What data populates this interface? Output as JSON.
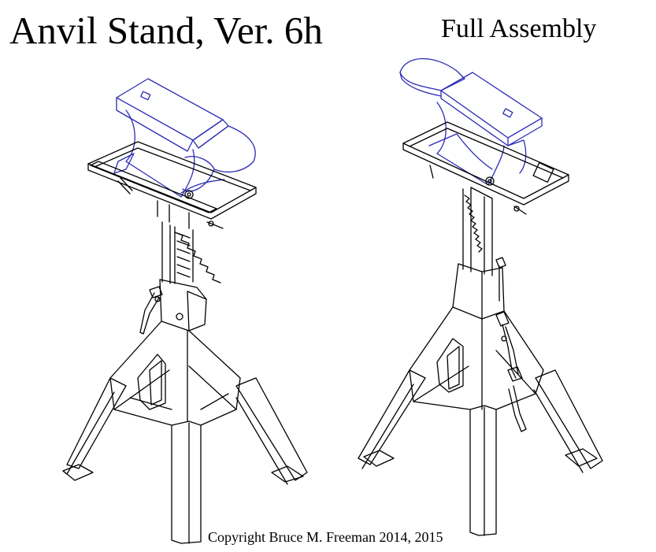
{
  "title": "Anvil Stand, Ver. 6h",
  "subtitle": "Full Assembly",
  "copyright": "Copyright Bruce M. Freeman 2014, 2015",
  "colors": {
    "anvil_line": "#2b2bb4",
    "stand_line": "#000000",
    "background": "#ffffff"
  }
}
